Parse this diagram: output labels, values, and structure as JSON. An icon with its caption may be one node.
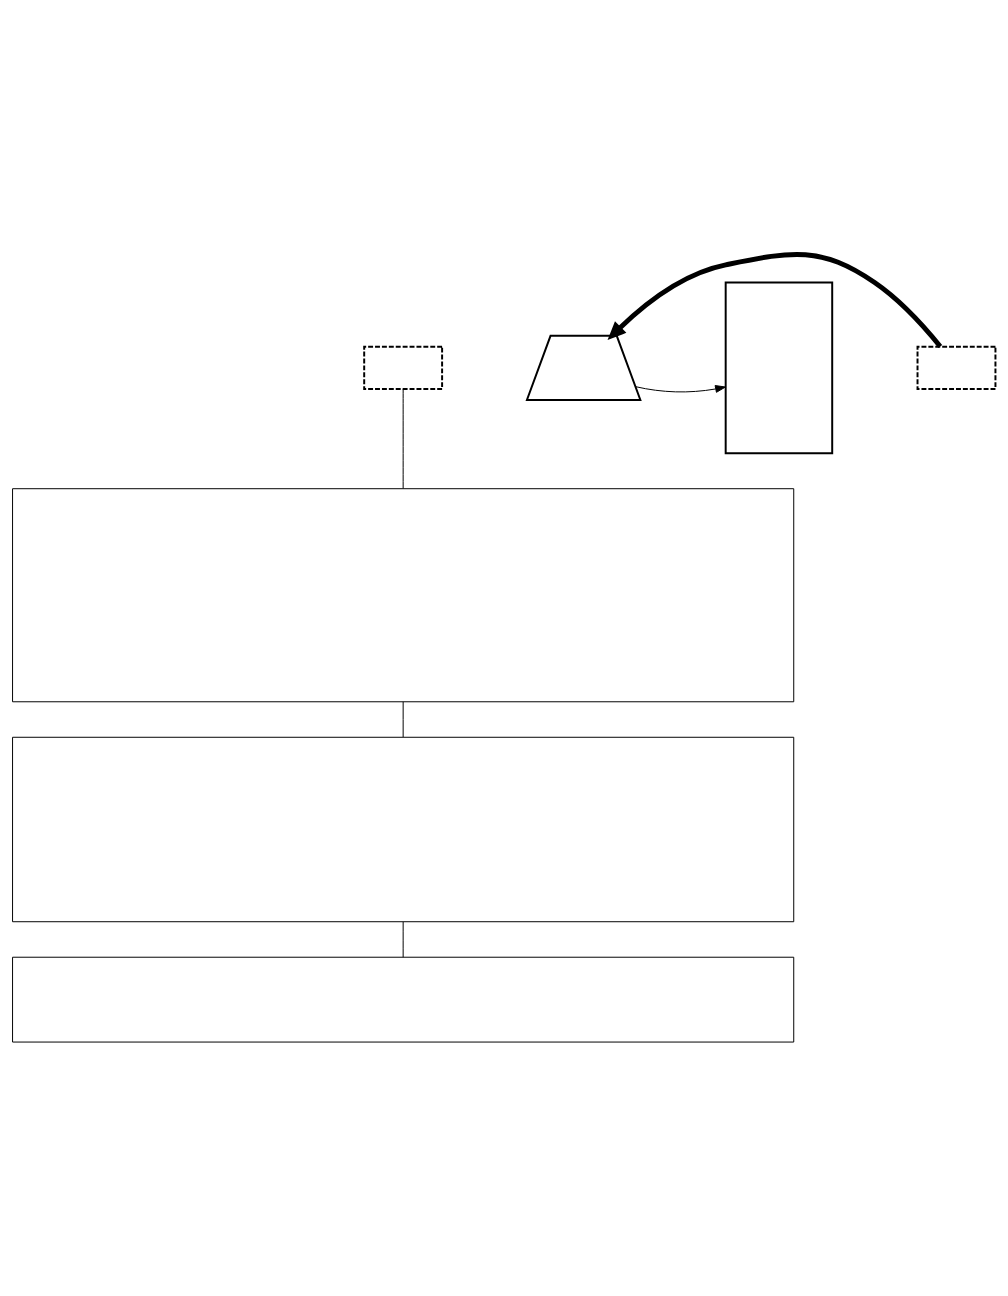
{
  "diagram": {
    "nodes": [
      {
        "text": [],
        "shape": "card"
      },
      {
        "text": [],
        "shape": "laptop"
      },
      {
        "text": [],
        "shape": "box"
      },
      {
        "text": [],
        "shape": "card"
      },
      {
        "text": [],
        "shape": "box"
      },
      {
        "text": [],
        "shape": "box"
      },
      {
        "text": [],
        "shape": "box"
      }
    ],
    "edges": [
      {
        "from": 1,
        "to": 2,
        "arrow": "to"
      },
      {
        "from": 3,
        "to": 1,
        "arrow": "to",
        "style": "thick"
      },
      {
        "from": 0,
        "to": 4,
        "arrow": "none"
      },
      {
        "from": 4,
        "to": 5,
        "arrow": "none"
      },
      {
        "from": 5,
        "to": 6,
        "arrow": "none"
      }
    ]
  }
}
